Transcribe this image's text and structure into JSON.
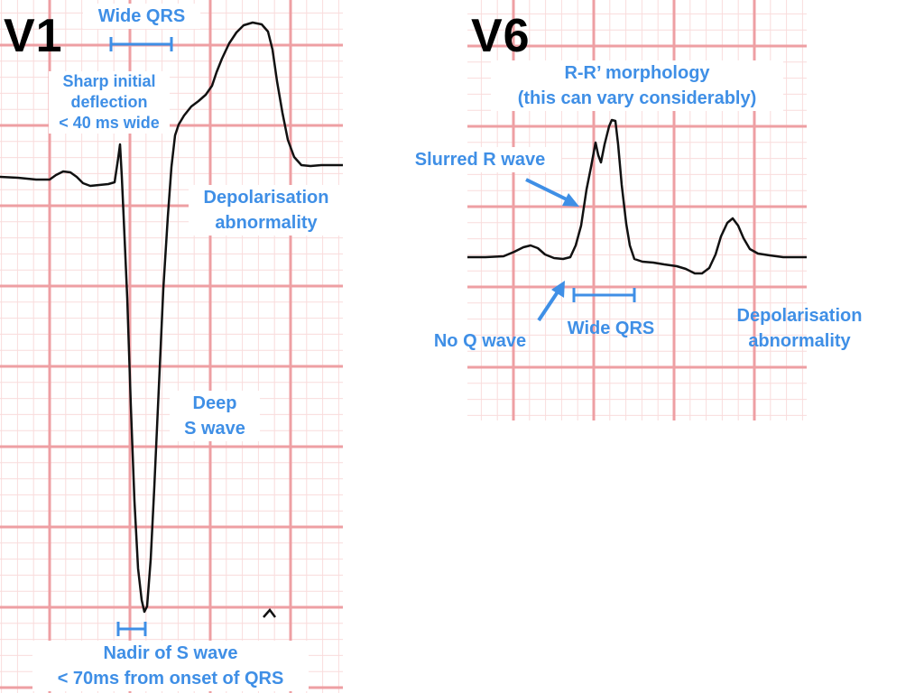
{
  "colors": {
    "grid_minor": "#f9dcdc",
    "grid_major": "#ee9fa3",
    "trace": "#111111",
    "annotation": "#3f8fe6"
  },
  "v1": {
    "title": "V1",
    "labels": {
      "wide_qrs": "Wide QRS",
      "sharp_initial_1": "Sharp initial",
      "sharp_initial_2": "deflection",
      "sharp_initial_3": "< 40 ms wide",
      "depol_1": "Depolarisation",
      "depol_2": "abnormality",
      "deep_s_1": "Deep",
      "deep_s_2": "S wave",
      "nadir_1": "Nadir of S wave",
      "nadir_2": "< 70ms from onset of QRS"
    }
  },
  "v6": {
    "title": "V6",
    "labels": {
      "rr_1": "R-R’ morphology",
      "rr_2": "(this can vary considerably)",
      "slurred_r": "Slurred R wave",
      "no_q": "No Q wave",
      "wide_qrs": "Wide QRS",
      "depol_1": "Depolarisation",
      "depol_2": "abnormality"
    }
  }
}
